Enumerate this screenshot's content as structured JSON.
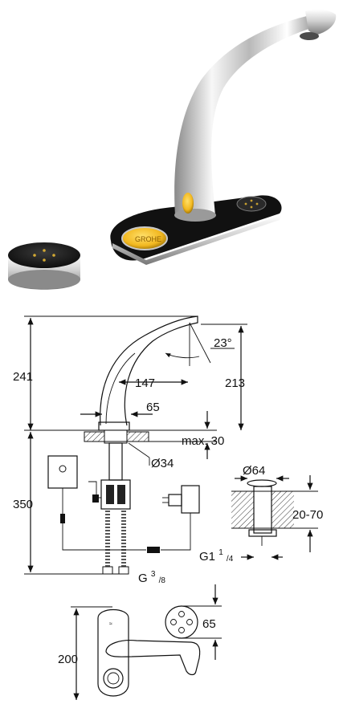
{
  "photo": {
    "sensor_label": "GROHE"
  },
  "dimensions": {
    "height_total": "241",
    "spout_angle": "23°",
    "spout_reach": "147",
    "spout_height": "213",
    "base_offset": "65",
    "deck_thickness": "max. 30",
    "hole_diameter": "Ø34",
    "under_height": "350",
    "connection": "G",
    "connection_sup": "3",
    "connection_sub": "/8",
    "waste_diameter": "Ø64",
    "waste_range": "20-70",
    "waste_thread": "G1",
    "waste_thread_sup": "1",
    "waste_thread_sub": "/4",
    "remote_diameter": "65",
    "lever_length": "200"
  },
  "colors": {
    "chrome_light": "#f4f4f4",
    "chrome_dark": "#6e6e6e",
    "base_black": "#1a1a1a",
    "sensor_gold": "#f2b820"
  }
}
